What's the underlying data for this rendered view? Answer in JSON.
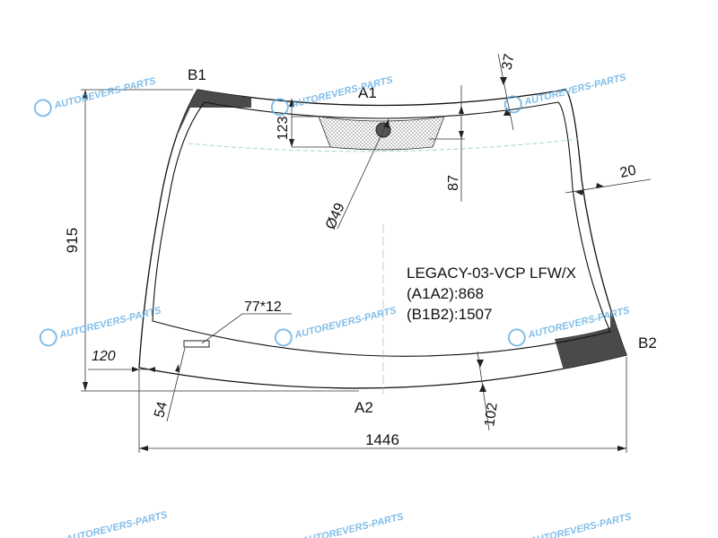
{
  "model": {
    "title": "LEGACY-03-VCP LFW/X",
    "a1a2": "(A1A2):868",
    "b1b2": "(B1B2):1507"
  },
  "points": {
    "a1": "A1",
    "a2": "A2",
    "b1": "B1",
    "b2": "B2"
  },
  "dimensions": {
    "width": "1446",
    "height": "915",
    "top_band": "37",
    "sensor_height": "123",
    "sensor_gap": "87",
    "side_band": "20",
    "bottom_band": "102",
    "left_offset": "120",
    "bottom_left": "54",
    "vin_window": "77*12",
    "sensor_diameter": "Ø49"
  },
  "watermark": {
    "text": "AUTOREVERS-PARTS",
    "icon": "ar-logo-icon"
  }
}
